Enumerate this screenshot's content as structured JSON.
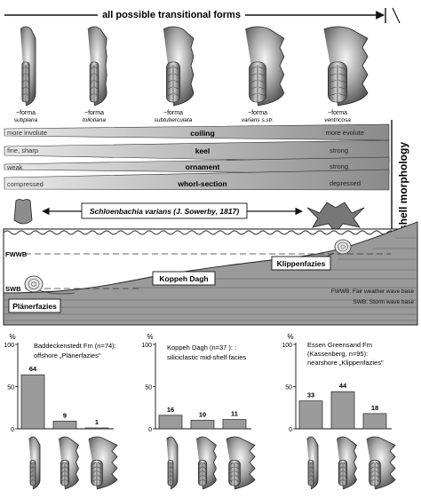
{
  "header": {
    "title": "all possible transitional forms"
  },
  "forms": [
    {
      "prefix": "~forma",
      "name": "subplana"
    },
    {
      "prefix": "~forma",
      "name": "tollotiana"
    },
    {
      "prefix": "~forma",
      "name": "subtuberculata"
    },
    {
      "prefix": "~forma",
      "name": "varians s.str."
    },
    {
      "prefix": "~forma",
      "name": "ventricosa"
    }
  ],
  "morphology": {
    "side_label": "shell morphology",
    "bands": [
      {
        "left": "more involute",
        "center": "coiling",
        "right": "more evolute"
      },
      {
        "left": "fine, sharp",
        "center": "keel",
        "right": "strong"
      },
      {
        "left": "weak",
        "center": "ornament",
        "right": "strong"
      },
      {
        "left": "compressed",
        "center": "whorl-section",
        "right": "depressed"
      }
    ]
  },
  "species": {
    "label": "Schloenbachia varians (J. Sowerby, 1817)"
  },
  "profile": {
    "fwwb": "FWWB",
    "swb": "SWB",
    "facies": [
      "Plänerfazies",
      "Koppeh Dagh",
      "Klippenfazies"
    ],
    "legend": [
      "FWWB: Fair weather wave base",
      "SWB: Storm wave base"
    ]
  },
  "chart_data": [
    {
      "type": "bar",
      "title": "Baddeckenstedt Fm (n=74): offshore „Plänerfazies\"",
      "ylabel": "%",
      "ylim": [
        0,
        100
      ],
      "yticks": [
        0,
        50,
        100
      ],
      "values": [
        64,
        9,
        1
      ],
      "value_labels": [
        "64",
        "9",
        "1"
      ],
      "title_lines": [
        "Baddeckenstedt Fm (n=74):",
        "offshore „Plänerfazies\""
      ]
    },
    {
      "type": "bar",
      "title": "Koppeh Dagh (n=37 ): : siliciclastic mid-shelf facies",
      "ylabel": "%",
      "ylim": [
        0,
        100
      ],
      "yticks": [
        0,
        50,
        100
      ],
      "values": [
        16,
        10,
        11
      ],
      "value_labels": [
        "16",
        "10",
        "11"
      ],
      "title_lines": [
        "Koppeh Dagh (n=37 ): :",
        "siliciclastic mid-shelf facies"
      ]
    },
    {
      "type": "bar",
      "title": "Essen Greensand Fm (Kassenberg, n=95): nearshore „Klippenfazies\"",
      "ylabel": "%",
      "ylim": [
        0,
        100
      ],
      "yticks": [
        0,
        50,
        100
      ],
      "values": [
        33,
        44,
        18
      ],
      "value_labels": [
        "33",
        "44",
        "18"
      ],
      "title_lines": [
        "Essen Greensand Fm",
        "(Kassenberg, n=95):",
        "nearshore „Klippenfazies\""
      ]
    }
  ]
}
